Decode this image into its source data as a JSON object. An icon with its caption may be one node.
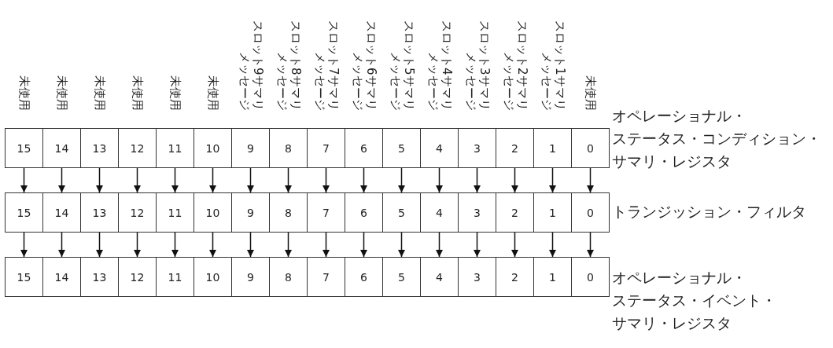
{
  "diagram": {
    "nodes": [
      {
        "text": [
          "オペレーショナル・ステータス・コンディション・サマリ・レジスタ"
        ]
      },
      {
        "text": [
          "15"
        ],
        "in": 0,
        "beside": [
          "未使用"
        ]
      },
      {
        "text": [
          "14"
        ],
        "in": 0,
        "beside": [
          "未使用"
        ]
      },
      {
        "text": [
          "13"
        ],
        "in": 0,
        "beside": [
          "未使用"
        ]
      },
      {
        "text": [
          "12"
        ],
        "in": 0,
        "beside": [
          "未使用"
        ]
      },
      {
        "text": [
          "11"
        ],
        "in": 0,
        "beside": [
          "未使用"
        ]
      },
      {
        "text": [
          "10"
        ],
        "in": 0,
        "beside": [
          "未使用"
        ]
      },
      {
        "text": [
          "9"
        ],
        "in": 0,
        "beside": [
          "スロット9サマリメッセージ"
        ]
      },
      {
        "text": [
          "8"
        ],
        "in": 0,
        "beside": [
          "スロット8サマリメッセージ"
        ]
      },
      {
        "text": [
          "7"
        ],
        "in": 0,
        "beside": [
          "スロット7サマリメッセージ"
        ]
      },
      {
        "text": [
          "6"
        ],
        "in": 0,
        "beside": [
          "スロット6サマリメッセージ"
        ]
      },
      {
        "text": [
          "5"
        ],
        "in": 0,
        "beside": [
          "スロット5サマリメッセージ"
        ]
      },
      {
        "text": [
          "4"
        ],
        "in": 0,
        "beside": [
          "スロット4サマリメッセージ"
        ]
      },
      {
        "text": [
          "3"
        ],
        "in": 0,
        "beside": [
          "スロット3サマリメッセージ"
        ]
      },
      {
        "text": [
          "2"
        ],
        "in": 0,
        "beside": [
          "スロット2サマリメッセージ"
        ]
      },
      {
        "text": [
          "1"
        ],
        "in": 0,
        "beside": [
          "スロット1サマリメッセージ"
        ]
      },
      {
        "text": [
          "0"
        ],
        "in": 0,
        "beside": [
          "未使用"
        ]
      },
      {
        "text": [
          "トランジッション・フィルタ"
        ]
      },
      {
        "text": [
          "15"
        ],
        "in": 17
      },
      {
        "text": [
          "14"
        ],
        "in": 17
      },
      {
        "text": [
          "13"
        ],
        "in": 17
      },
      {
        "text": [
          "12"
        ],
        "in": 17
      },
      {
        "text": [
          "11"
        ],
        "in": 17
      },
      {
        "text": [
          "10"
        ],
        "in": 17
      },
      {
        "text": [
          "9"
        ],
        "in": 17
      },
      {
        "text": [
          "8"
        ],
        "in": 17
      },
      {
        "text": [
          "7"
        ],
        "in": 17
      },
      {
        "text": [
          "6"
        ],
        "in": 17
      },
      {
        "text": [
          "5"
        ],
        "in": 17
      },
      {
        "text": [
          "4"
        ],
        "in": 17
      },
      {
        "text": [
          "3"
        ],
        "in": 17
      },
      {
        "text": [
          "2"
        ],
        "in": 17
      },
      {
        "text": [
          "1"
        ],
        "in": 17
      },
      {
        "text": [
          "0"
        ],
        "in": 17
      },
      {
        "text": [
          "オペレーショナル・ステータス・イベント・サマリ・レジスタ"
        ]
      },
      {
        "text": [
          "15"
        ],
        "in": 34
      },
      {
        "text": [
          "14"
        ],
        "in": 34
      },
      {
        "text": [
          "13"
        ],
        "in": 34
      },
      {
        "text": [
          "12"
        ],
        "in": 34
      },
      {
        "text": [
          "11"
        ],
        "in": 34
      },
      {
        "text": [
          "10"
        ],
        "in": 34
      },
      {
        "text": [
          "9"
        ],
        "in": 34
      },
      {
        "text": [
          "8"
        ],
        "in": 34
      },
      {
        "text": [
          "7"
        ],
        "in": 34
      },
      {
        "text": [
          "6"
        ],
        "in": 34
      },
      {
        "text": [
          "5"
        ],
        "in": 34
      },
      {
        "text": [
          "4"
        ],
        "in": 34
      },
      {
        "text": [
          "3"
        ],
        "in": 34
      },
      {
        "text": [
          "2"
        ],
        "in": 34
      },
      {
        "text": [
          "1"
        ],
        "in": 34
      },
      {
        "text": [
          "0"
        ],
        "in": 34
      }
    ],
    "edges": [
      {
        "from": 1,
        "to": 18,
        "arrow": "to"
      },
      {
        "from": 2,
        "to": 19,
        "arrow": "to"
      },
      {
        "from": 3,
        "to": 20,
        "arrow": "to"
      },
      {
        "from": 4,
        "to": 21,
        "arrow": "to"
      },
      {
        "from": 5,
        "to": 22,
        "arrow": "to"
      },
      {
        "from": 6,
        "to": 23,
        "arrow": "to"
      },
      {
        "from": 7,
        "to": 24,
        "arrow": "to"
      },
      {
        "from": 8,
        "to": 25,
        "arrow": "to"
      },
      {
        "from": 9,
        "to": 26,
        "arrow": "to"
      },
      {
        "from": 10,
        "to": 27,
        "arrow": "to"
      },
      {
        "from": 11,
        "to": 28,
        "arrow": "to"
      },
      {
        "from": 12,
        "to": 29,
        "arrow": "to"
      },
      {
        "from": 13,
        "to": 30,
        "arrow": "to"
      },
      {
        "from": 14,
        "to": 31,
        "arrow": "to"
      },
      {
        "from": 15,
        "to": 32,
        "arrow": "to"
      },
      {
        "from": 16,
        "to": 33,
        "arrow": "to"
      },
      {
        "from": 18,
        "to": 35,
        "arrow": "to"
      },
      {
        "from": 19,
        "to": 36,
        "arrow": "to"
      },
      {
        "from": 20,
        "to": 37,
        "arrow": "to"
      },
      {
        "from": 21,
        "to": 38,
        "arrow": "to"
      },
      {
        "from": 22,
        "to": 39,
        "arrow": "to"
      },
      {
        "from": 23,
        "to": 40,
        "arrow": "to"
      },
      {
        "from": 24,
        "to": 41,
        "arrow": "to"
      },
      {
        "from": 25,
        "to": 42,
        "arrow": "to"
      },
      {
        "from": 26,
        "to": 43,
        "arrow": "to"
      },
      {
        "from": 27,
        "to": 44,
        "arrow": "to"
      },
      {
        "from": 28,
        "to": 45,
        "arrow": "to"
      },
      {
        "from": 29,
        "to": 46,
        "arrow": "to"
      },
      {
        "from": 30,
        "to": 47,
        "arrow": "to"
      },
      {
        "from": 31,
        "to": 48,
        "arrow": "to"
      },
      {
        "from": 32,
        "to": 49,
        "arrow": "to"
      },
      {
        "from": 33,
        "to": 50,
        "arrow": "to"
      }
    ]
  }
}
